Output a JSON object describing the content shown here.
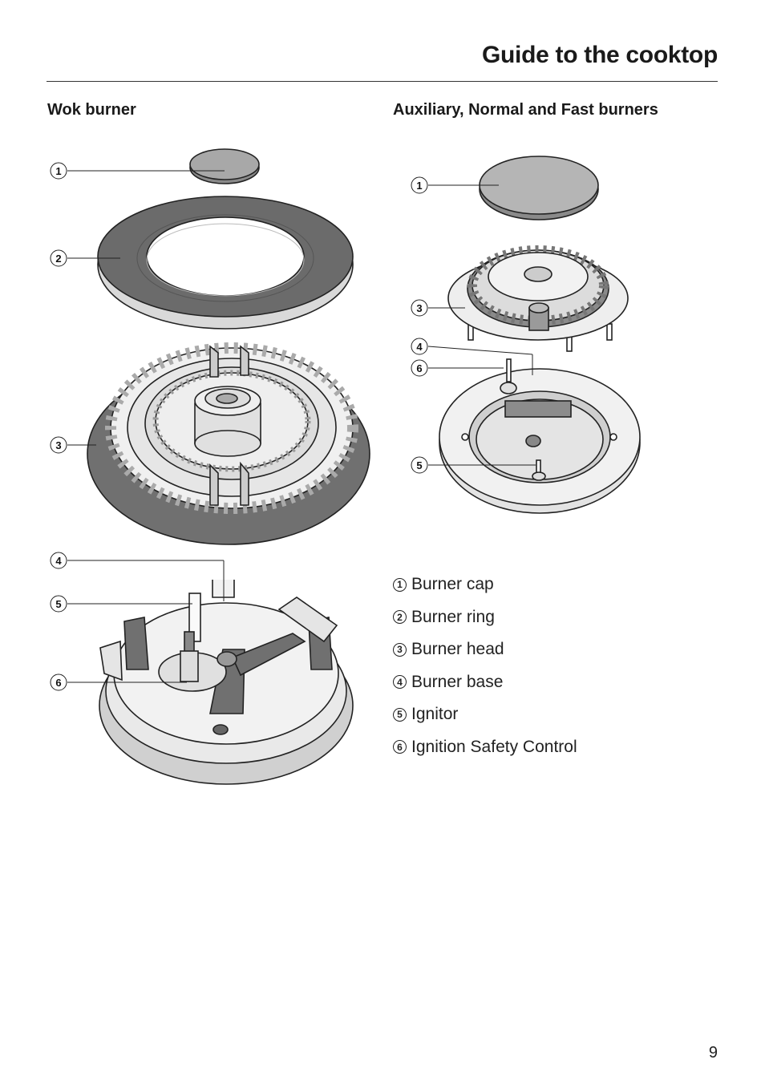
{
  "header": {
    "title": "Guide to the cooktop"
  },
  "sections": {
    "wok": {
      "heading": "Wok burner",
      "callouts": [
        "1",
        "2",
        "3",
        "4",
        "5",
        "6"
      ]
    },
    "standard": {
      "heading": "Auxiliary, Normal and Fast burners",
      "callouts": [
        "1",
        "3",
        "4",
        "6",
        "5"
      ]
    }
  },
  "legend": [
    {
      "num": "1",
      "label": "Burner cap"
    },
    {
      "num": "2",
      "label": "Burner ring"
    },
    {
      "num": "3",
      "label": "Burner head"
    },
    {
      "num": "4",
      "label": "Burner base"
    },
    {
      "num": "5",
      "label": "Ignitor"
    },
    {
      "num": "6",
      "label": "Ignition Safety Control"
    }
  ],
  "footer": {
    "page_number": "9"
  }
}
